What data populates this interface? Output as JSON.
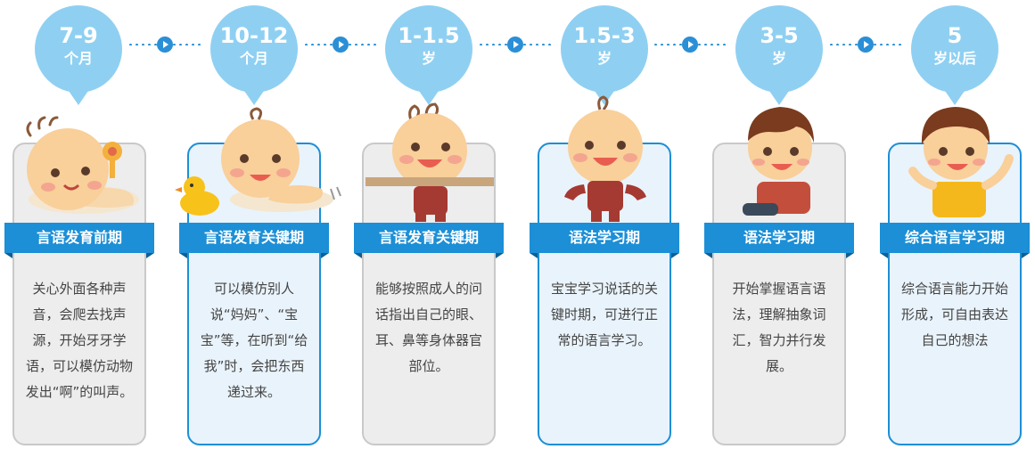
{
  "stages": [
    {
      "age": "7-9",
      "unit": "个月",
      "title": "言语发育前期",
      "desc": "关心外面各种声音，会爬去找声源，开始牙牙学语，可以模仿动物发出“啊”的叫声。"
    },
    {
      "age": "10-12",
      "unit": "个月",
      "title": "言语发育关键期",
      "desc": "可以模仿别人说“妈妈”、“宝宝”等，在听到“给我”时，会把东西递过来。"
    },
    {
      "age": "1-1.5",
      "unit": "岁",
      "title": "言语发育关键期",
      "desc": "能够按照成人的问话指出自己的眼、耳、鼻等身体器官部位。"
    },
    {
      "age": "1.5-3",
      "unit": "岁",
      "title": "语法学习期",
      "desc": "宝宝学习说话的关键时期，可进行正常的语言学习。"
    },
    {
      "age": "3-5",
      "unit": "岁",
      "title": "语法学习期",
      "desc": "开始掌握语言语法，理解抽象词汇，智力并行发展。"
    },
    {
      "age": "5",
      "unit": "岁以后",
      "title": "综合语言学习期",
      "desc": "综合语言能力开始形成，可自由表达自己的想法"
    }
  ],
  "colors": {
    "bubble": "#8fd0f2",
    "accent": "#1c8fd6",
    "skin": "#f9cf9a",
    "cheek": "#f29a8c"
  }
}
